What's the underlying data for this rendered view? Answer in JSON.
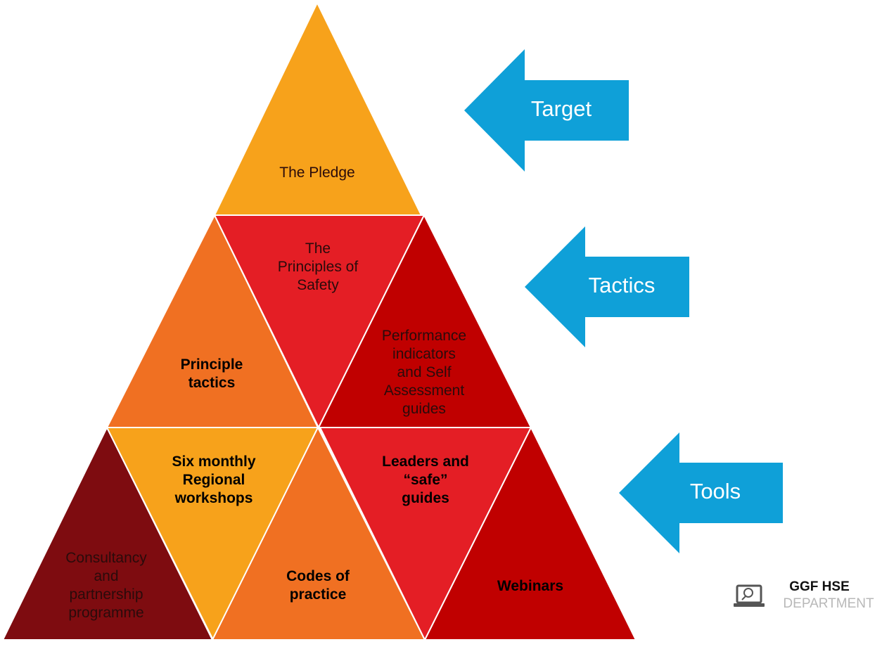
{
  "pyramid": {
    "triangles": [
      {
        "id": "pledge",
        "lines": [
          "The Pledge"
        ],
        "color": "#F7A21B",
        "bold": false
      },
      {
        "id": "principle-tactics",
        "lines": [
          "Principle",
          "tactics"
        ],
        "color": "#F07022",
        "bold": true
      },
      {
        "id": "principles-of-safety",
        "lines": [
          "The",
          "Principles of",
          "Safety"
        ],
        "color": "#E41E25",
        "bold": false
      },
      {
        "id": "performance-indicators",
        "lines": [
          "Performance",
          "indicators",
          "and Self",
          "Assessment",
          "guides"
        ],
        "color": "#C00000",
        "bold": false
      },
      {
        "id": "consultancy",
        "lines": [
          "Consultancy",
          "and",
          "partnership",
          "programme"
        ],
        "color": "#7E0C10",
        "bold": false
      },
      {
        "id": "regional-workshops",
        "lines": [
          "Six monthly",
          "Regional",
          "workshops"
        ],
        "color": "#F7A21B",
        "bold": true
      },
      {
        "id": "codes-of-practice",
        "lines": [
          "Codes of",
          "practice"
        ],
        "color": "#F07022",
        "bold": true
      },
      {
        "id": "leaders-safe-guides",
        "lines": [
          "Leaders and",
          "“safe”",
          "guides"
        ],
        "color": "#E41E25",
        "bold": true
      },
      {
        "id": "webinars",
        "lines": [
          "Webinars"
        ],
        "color": "#C00000",
        "bold": true
      }
    ]
  },
  "arrows": {
    "color": "#0FA0D8",
    "items": [
      {
        "id": "target",
        "label": "Target"
      },
      {
        "id": "tactics",
        "label": "Tactics"
      },
      {
        "id": "tools",
        "label": "Tools"
      }
    ]
  },
  "logo": {
    "icon": "laptop-search-icon",
    "title": "GGF HSE",
    "subtitle": "DEPARTMENT"
  }
}
